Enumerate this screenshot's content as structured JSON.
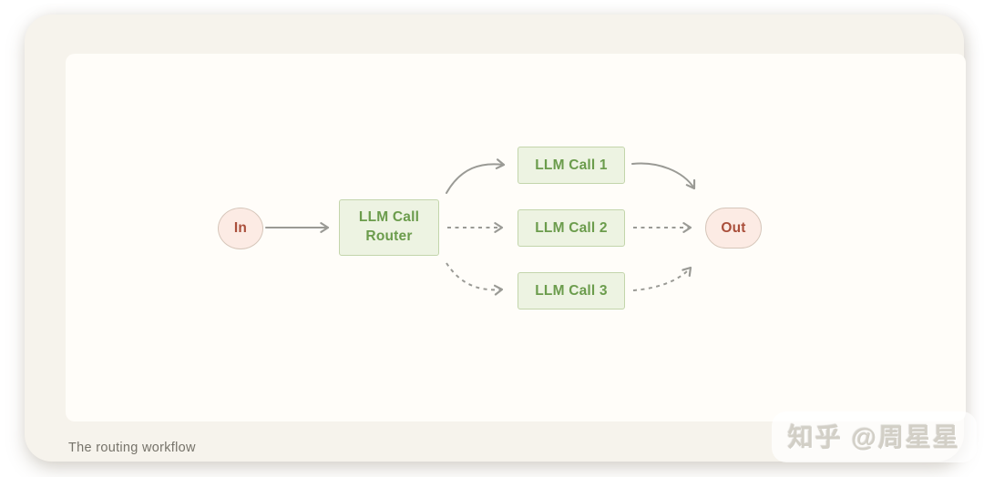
{
  "figure": {
    "caption": "The routing workflow",
    "watermark": "知乎 @周星星"
  },
  "diagram": {
    "nodes": {
      "input": {
        "label": "In",
        "type": "terminal"
      },
      "router": {
        "label": "LLM Call Router",
        "type": "process"
      },
      "call1": {
        "label": "LLM Call 1",
        "type": "process"
      },
      "call2": {
        "label": "LLM Call 2",
        "type": "process"
      },
      "call3": {
        "label": "LLM Call 3",
        "type": "process"
      },
      "output": {
        "label": "Out",
        "type": "terminal"
      }
    },
    "edges": [
      {
        "from": "In",
        "to": "LLM Call Router",
        "style": "solid"
      },
      {
        "from": "LLM Call Router",
        "to": "LLM Call 1",
        "style": "solid"
      },
      {
        "from": "LLM Call Router",
        "to": "LLM Call 2",
        "style": "dashed"
      },
      {
        "from": "LLM Call Router",
        "to": "LLM Call 3",
        "style": "dashed"
      },
      {
        "from": "LLM Call 1",
        "to": "Out",
        "style": "solid"
      },
      {
        "from": "LLM Call 2",
        "to": "Out",
        "style": "dashed"
      },
      {
        "from": "LLM Call 3",
        "to": "Out",
        "style": "dashed"
      }
    ],
    "colors": {
      "process_fill": "#edf3e2",
      "process_border": "#c3d5ab",
      "process_text": "#6b9c4c",
      "terminal_fill": "#fcebe4",
      "terminal_border": "#d6c6ba",
      "terminal_text": "#aa4f3b",
      "arrow": "#9a9a95",
      "card_background": "#f6f3ec",
      "canvas_background": "#fffdf9"
    }
  }
}
